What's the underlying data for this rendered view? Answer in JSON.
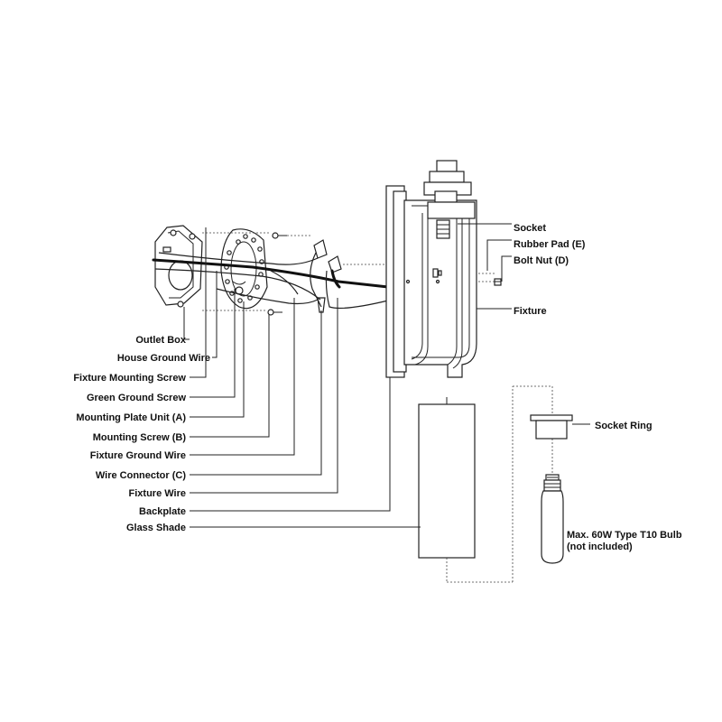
{
  "labels": {
    "socket": "Socket",
    "rubber_pad": "Rubber Pad (E)",
    "bolt_nut": "Bolt Nut (D)",
    "fixture": "Fixture",
    "socket_ring": "Socket Ring",
    "bulb_line1": "Max. 60W Type T10 Bulb",
    "bulb_line2": "(not included)",
    "outlet_box": "Outlet Box",
    "house_ground_wire": "House Ground Wire",
    "fixture_mounting_screw": "Fixture Mounting Screw",
    "green_ground_screw": "Green Ground Screw",
    "mounting_plate_unit": "Mounting Plate Unit (A)",
    "mounting_screw": "Mounting Screw (B)",
    "fixture_ground_wire": "Fixture Ground Wire",
    "wire_connector": "Wire Connector (C)",
    "fixture_wire": "Fixture Wire",
    "backplate": "Backplate",
    "glass_shade": "Glass Shade"
  },
  "colors": {
    "line": "#222222",
    "background": "#ffffff"
  }
}
